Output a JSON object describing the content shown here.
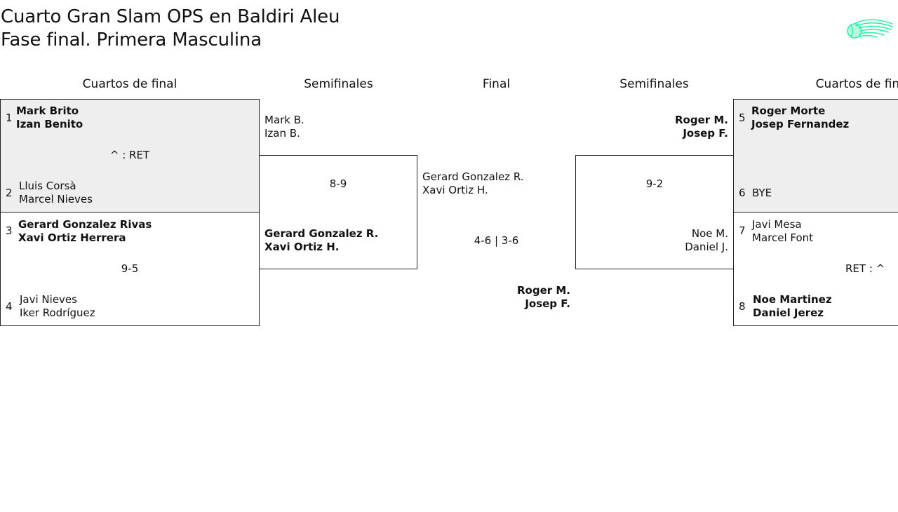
{
  "header": {
    "title_line1": "Cuarto Gran Slam OPS en Baldiri Aleu",
    "title_line2": "Fase final. Primera Masculina"
  },
  "rounds": {
    "left_quarters": "Cuartos de final",
    "left_semis": "Semifinales",
    "final": "Final",
    "right_semis": "Semifinales",
    "right_quarters": "Cuartos de final"
  },
  "left_qf1": {
    "seed_a": "1",
    "a1": "Mark Brito",
    "a2": "Izan Benito",
    "result": "^ : RET",
    "seed_b": "2",
    "b1": "Lluis Corsà",
    "b2": "Marcel Nieves"
  },
  "left_qf2": {
    "seed_a": "3",
    "a1": "Gerard Gonzalez Rivas",
    "a2": "Xavi Ortiz Herrera",
    "result": "9-5",
    "seed_b": "4",
    "b1": "Javi Nieves",
    "b2": "Iker Rodríguez"
  },
  "left_sf": {
    "a1": "Mark B.",
    "a2": "Izan B.",
    "result": "8-9",
    "b1": "Gerard Gonzalez R.",
    "b2": "Xavi Ortiz H."
  },
  "final": {
    "a1": "Gerard Gonzalez R.",
    "a2": "Xavi Ortiz H.",
    "result": "4-6 | 3-6",
    "b1": "Roger M.",
    "b2": "Josep F."
  },
  "right_sf": {
    "a1": "Roger M.",
    "a2": "Josep F.",
    "result": "9-2",
    "b1": "Noe M.",
    "b2": "Daniel J."
  },
  "right_qf1": {
    "seed_a": "5",
    "a1": "Roger Morte",
    "a2": "Josep Fernandez",
    "seed_b": "6",
    "b1": "BYE"
  },
  "right_qf2": {
    "seed_a": "7",
    "a1": "Javi Mesa",
    "a2": "Marcel Font",
    "result": "RET : ^",
    "seed_b": "8",
    "b1": "Noe Martinez",
    "b2": "Daniel Jerez"
  },
  "colors": {
    "winner_bg": "#eeeeee",
    "logo_accent": "#2ff0a8"
  },
  "icons": {
    "logo": "tennis-ball-comet-icon"
  }
}
